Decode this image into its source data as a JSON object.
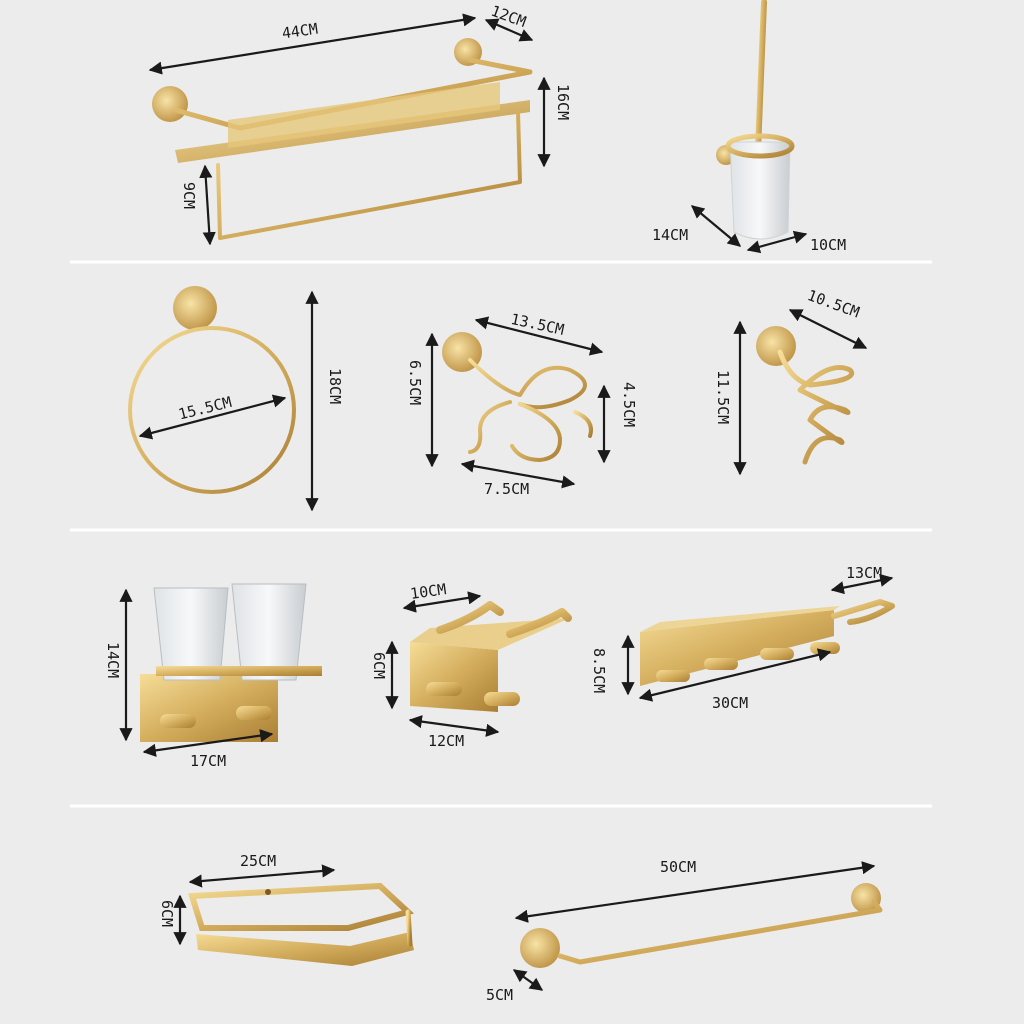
{
  "colors": {
    "background": "#ececec",
    "gold_light": "#f3d78e",
    "gold_dark": "#b5893a",
    "text": "#1a1a1a"
  },
  "products": [
    {
      "name": "shelf-with-towel-bar",
      "dims": [
        "44CM",
        "12CM",
        "16CM",
        "9CM"
      ]
    },
    {
      "name": "toilet-brush-holder",
      "dims": [
        "14CM",
        "10CM"
      ]
    },
    {
      "name": "towel-ring",
      "dims": [
        "15.5CM",
        "18CM"
      ]
    },
    {
      "name": "hair-dryer-holder-double",
      "dims": [
        "13.5CM",
        "6.5CM",
        "4.5CM",
        "7.5CM"
      ]
    },
    {
      "name": "hair-dryer-holder-spiral",
      "dims": [
        "10.5CM",
        "11.5CM"
      ]
    },
    {
      "name": "double-cup-holder",
      "dims": [
        "14CM",
        "17CM"
      ]
    },
    {
      "name": "hook-holder-small",
      "dims": [
        "10CM",
        "6CM",
        "12CM"
      ]
    },
    {
      "name": "hook-rack-with-shelf",
      "dims": [
        "13CM",
        "8.5CM",
        "30CM"
      ]
    },
    {
      "name": "corner-shelf",
      "dims": [
        "25CM",
        "6CM"
      ]
    },
    {
      "name": "single-towel-bar",
      "dims": [
        "50CM",
        "5CM"
      ]
    }
  ]
}
